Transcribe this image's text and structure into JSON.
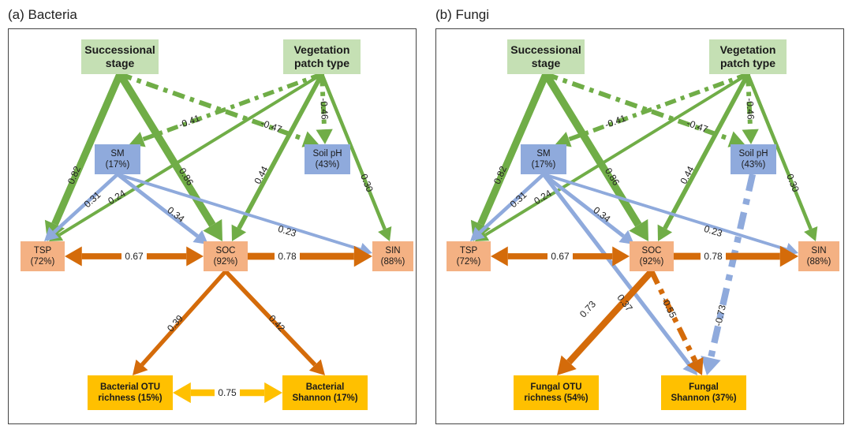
{
  "panels": [
    {
      "title": "(a) Bacteria",
      "nodes": {
        "succ": "Successional stage",
        "veg": "Vegetation patch type",
        "sm": [
          "SM",
          "(17%)"
        ],
        "ph": [
          "Soil pH",
          "(43%)"
        ],
        "tsp": [
          "TSP",
          "(72%)"
        ],
        "soc": [
          "SOC",
          "(92%)"
        ],
        "sin": [
          "SIN",
          "(88%)"
        ],
        "out1": [
          "Bacterial OTU",
          "richness (15%)"
        ],
        "out2": [
          "Bacterial",
          "Shannon (17%)"
        ]
      },
      "edges": [
        {
          "from": "succ",
          "to": "tsp",
          "value": 0.82,
          "color": "#70ad47",
          "dashed": false
        },
        {
          "from": "succ",
          "to": "soc",
          "value": 0.86,
          "color": "#70ad47",
          "dashed": false
        },
        {
          "from": "succ",
          "to": "ph",
          "value": -0.47,
          "color": "#70ad47",
          "dashed": true
        },
        {
          "from": "veg",
          "to": "sm",
          "value": -0.41,
          "color": "#70ad47",
          "dashed": true
        },
        {
          "from": "veg",
          "to": "ph",
          "value": -0.46,
          "color": "#70ad47",
          "dashed": true
        },
        {
          "from": "veg",
          "to": "tsp",
          "value": 0.24,
          "color": "#70ad47",
          "dashed": false
        },
        {
          "from": "veg",
          "to": "soc",
          "value": 0.44,
          "color": "#70ad47",
          "dashed": false
        },
        {
          "from": "veg",
          "to": "sin",
          "value": 0.3,
          "color": "#70ad47",
          "dashed": false
        },
        {
          "from": "sm",
          "to": "tsp",
          "value": 0.31,
          "color": "#8faadc",
          "dashed": false
        },
        {
          "from": "sm",
          "to": "soc",
          "value": 0.34,
          "color": "#8faadc",
          "dashed": false
        },
        {
          "from": "sm",
          "to": "sin",
          "value": 0.23,
          "color": "#8faadc",
          "dashed": false
        },
        {
          "from": "soc",
          "to": "tsp",
          "value": 0.67,
          "color": "#d46b0a",
          "dashed": false,
          "double": true
        },
        {
          "from": "soc",
          "to": "sin",
          "value": 0.78,
          "color": "#d46b0a",
          "dashed": false
        },
        {
          "from": "soc",
          "to": "out1",
          "value": 0.39,
          "color": "#d46b0a",
          "dashed": false
        },
        {
          "from": "soc",
          "to": "out2",
          "value": 0.42,
          "color": "#d46b0a",
          "dashed": false
        },
        {
          "from": "out1",
          "to": "out2",
          "value": 0.75,
          "color": "#ffc000",
          "dashed": false,
          "double": true
        }
      ]
    },
    {
      "title": "(b) Fungi",
      "nodes": {
        "succ": "Successional stage",
        "veg": "Vegetation patch type",
        "sm": [
          "SM",
          "(17%)"
        ],
        "ph": [
          "Soil pH",
          "(43%)"
        ],
        "tsp": [
          "TSP",
          "(72%)"
        ],
        "soc": [
          "SOC",
          "(92%)"
        ],
        "sin": [
          "SIN",
          "(88%)"
        ],
        "out1": [
          "Fungal OTU",
          "richness (54%)"
        ],
        "out2": [
          "Fungal",
          "Shannon (37%)"
        ]
      },
      "edges": [
        {
          "from": "succ",
          "to": "tsp",
          "value": 0.82,
          "color": "#70ad47",
          "dashed": false
        },
        {
          "from": "succ",
          "to": "soc",
          "value": 0.86,
          "color": "#70ad47",
          "dashed": false
        },
        {
          "from": "succ",
          "to": "ph",
          "value": -0.47,
          "color": "#70ad47",
          "dashed": true
        },
        {
          "from": "veg",
          "to": "sm",
          "value": -0.41,
          "color": "#70ad47",
          "dashed": true
        },
        {
          "from": "veg",
          "to": "ph",
          "value": -0.46,
          "color": "#70ad47",
          "dashed": true
        },
        {
          "from": "veg",
          "to": "tsp",
          "value": 0.24,
          "color": "#70ad47",
          "dashed": false
        },
        {
          "from": "veg",
          "to": "soc",
          "value": 0.44,
          "color": "#70ad47",
          "dashed": false
        },
        {
          "from": "veg",
          "to": "sin",
          "value": 0.3,
          "color": "#70ad47",
          "dashed": false
        },
        {
          "from": "sm",
          "to": "tsp",
          "value": 0.31,
          "color": "#8faadc",
          "dashed": false
        },
        {
          "from": "sm",
          "to": "soc",
          "value": 0.34,
          "color": "#8faadc",
          "dashed": false
        },
        {
          "from": "sm",
          "to": "sin",
          "value": 0.23,
          "color": "#8faadc",
          "dashed": false
        },
        {
          "from": "sm",
          "to": "out2",
          "value": 0.37,
          "color": "#8faadc",
          "dashed": false
        },
        {
          "from": "ph",
          "to": "out2",
          "value": -0.73,
          "color": "#8faadc",
          "dashed": true
        },
        {
          "from": "soc",
          "to": "tsp",
          "value": 0.67,
          "color": "#d46b0a",
          "dashed": false,
          "double": true
        },
        {
          "from": "soc",
          "to": "sin",
          "value": 0.78,
          "color": "#d46b0a",
          "dashed": false
        },
        {
          "from": "soc",
          "to": "out1",
          "value": 0.73,
          "color": "#d46b0a",
          "dashed": false
        },
        {
          "from": "soc",
          "to": "out2",
          "value": -0.55,
          "color": "#d46b0a",
          "dashed": true
        }
      ]
    }
  ]
}
